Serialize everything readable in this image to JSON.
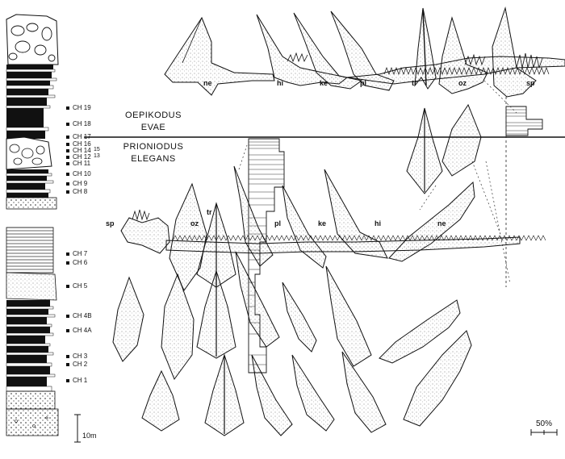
{
  "zones": {
    "upper_genus": "OEPIKODUS",
    "upper_species": "EVAE",
    "lower_genus": "PRIONIODUS",
    "lower_species": "ELEGANS"
  },
  "samples": [
    "CH 19",
    "CH 18",
    "CH 17",
    "CH 16",
    "CH 14",
    "CH 12",
    "CH 11",
    "CH 10",
    "CH 9",
    "CH 8",
    "CH 7",
    "CH 6",
    "CH 5",
    "CH 4B",
    "CH 4A",
    "CH 3",
    "CH 2",
    "CH 1"
  ],
  "sample_suffixes": {
    "CH 14": "15",
    "CH 12": "13"
  },
  "element_labels": {
    "upper": [
      "ne",
      "hi",
      "ke",
      "pl",
      "tr",
      "oz",
      "sp"
    ],
    "lower": [
      "sp",
      "oz",
      "tr",
      "pl",
      "ke",
      "hi",
      "ne"
    ]
  },
  "scales": {
    "thickness": "10m",
    "percent": "50%"
  }
}
